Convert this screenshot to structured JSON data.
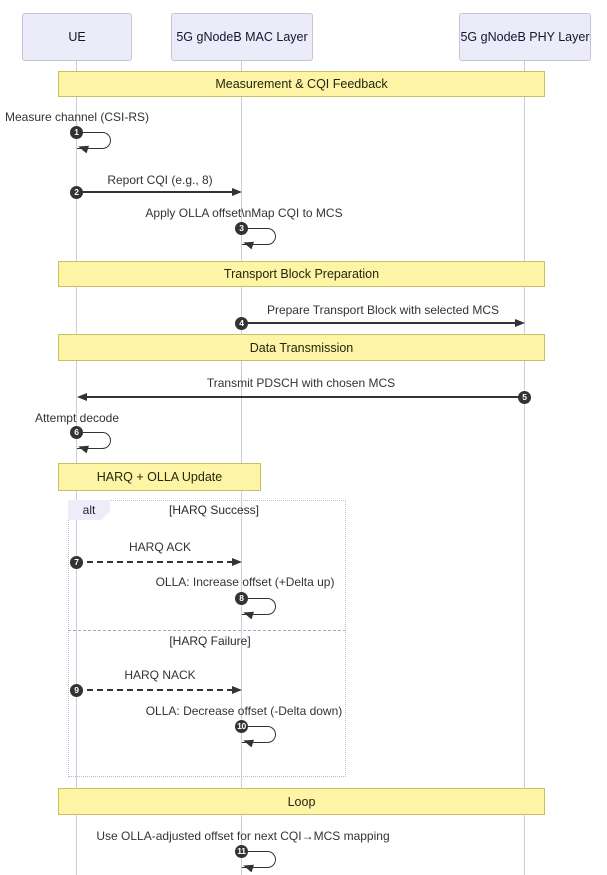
{
  "diagram": {
    "actors": [
      {
        "label": "UE"
      },
      {
        "label": "5G gNodeB MAC Layer"
      },
      {
        "label": "5G gNodeB PHY Layer"
      }
    ],
    "sections": [
      {
        "label": "Measurement & CQI Feedback"
      },
      {
        "label": "Transport Block Preparation"
      },
      {
        "label": "Data Transmission"
      },
      {
        "label": "HARQ + OLLA Update"
      },
      {
        "label": "Loop"
      }
    ],
    "alt_fragment": {
      "tab_label": "alt",
      "branch_labels": [
        "[HARQ Success]",
        "[HARQ Failure]"
      ]
    },
    "messages": [
      {
        "num": "1",
        "text": "Measure channel (CSI-RS)"
      },
      {
        "num": "2",
        "text": "Report CQI (e.g., 8)"
      },
      {
        "num": "3",
        "text": "Apply OLLA offset\\nMap CQI to MCS"
      },
      {
        "num": "4",
        "text": "Prepare Transport Block with selected MCS"
      },
      {
        "num": "5",
        "text": "Transmit PDSCH with chosen MCS"
      },
      {
        "num": "6",
        "text": "Attempt decode"
      },
      {
        "num": "7",
        "text": "HARQ ACK"
      },
      {
        "num": "8",
        "text": "OLLA: Increase offset (+Delta up)"
      },
      {
        "num": "9",
        "text": "HARQ NACK"
      },
      {
        "num": "10",
        "text": "OLLA: Decrease offset (-Delta down)"
      },
      {
        "num": "11",
        "text": "Use OLLA-adjusted offset for next CQI→MCS mapping"
      }
    ],
    "colors": {
      "banner_fill": "#fdf4a6",
      "banner_border": "#c9c161",
      "actor_fill": "#ebebf9",
      "actor_border": "#c3c3da",
      "lifeline": "#ccccdd",
      "arrow": "#333333",
      "number_badge": "#333333",
      "alt_border": "#b9b9d2",
      "alt_tab_fill": "#ededfa"
    }
  }
}
